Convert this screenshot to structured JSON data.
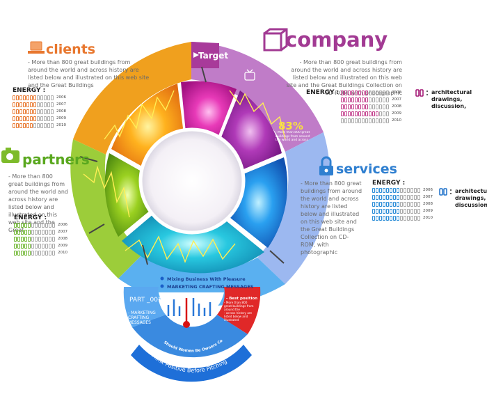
{
  "clients": {
    "title": "clients",
    "body": "- More than 800 great buildings from around the world and across history are listed below and illustrated on this web site and the Great Buildings",
    "energy_label": "ENERGY :",
    "years": [
      "2006",
      "2007",
      "2008",
      "2009",
      "2010"
    ],
    "levels": [
      0.55,
      0.55,
      0.6,
      0.55,
      0.5
    ],
    "color": "#e8772e"
  },
  "partners": {
    "title": "partners",
    "body": "- More than 800 great buildings from around the world and across history are listed below and illustrated on this web site and the Great",
    "energy_label": "ENERGY :",
    "years": [
      "2006",
      "2007",
      "2008",
      "2009",
      "2010"
    ],
    "levels": [
      0.45,
      0.45,
      0.45,
      0.45,
      0.45
    ],
    "color": "#6ab42a"
  },
  "company": {
    "title": "company",
    "body": "- More than 800 great buildings from around the world and across history are listed below and illustrated on this web site and the Great Buildings Collection on CD-ROM, with photographic",
    "energy_label": "ENERGY :",
    "years": [
      "2006",
      "2007",
      "2008",
      "2009",
      "2010"
    ],
    "levels": [
      0.6,
      0.55,
      0.55,
      0.8,
      0.0
    ],
    "color": "#c23a8a",
    "legend": "architectural drawings, discussion,"
  },
  "services": {
    "title": "services",
    "body": "- More than 800 great buildings from around the world and across history are listed below and illustrated on this web site and the Great Buildings Collection on CD-ROM, with photographic",
    "energy_label": "ENERGY :",
    "years": [
      "2006",
      "2007",
      "2008",
      "2009",
      "2010"
    ],
    "levels": [
      0.55,
      0.55,
      0.55,
      0.55,
      0.55
    ],
    "color": "#2f8fd8",
    "legend": "architectural drawings, discussion,"
  },
  "target": {
    "label": "Target",
    "percent": "83%",
    "percent_note": "- More than 800 great buildings from around the world and across"
  },
  "bottom": {
    "bullet1": "Mixing Business With Pleasure",
    "bullet2": "MARKETING CRAFTING MESSAGES",
    "part_label": "PART _001",
    "part_sub": "- MARKETING CRAFTING MESSAGES",
    "best_title": "- Best position",
    "best_note1": "- More than 800 great buildings from around the",
    "best_note2": "- across history are listed below and illustrated",
    "arc_text1": "Should Women Be Owners Coolly",
    "arc_text2": "Think Positive Before Pitching"
  },
  "colors": {
    "orange": "#f0a01e",
    "purple": "#b85fb5",
    "blue": "#4a8fe0",
    "green": "#8cc63f",
    "cyan": "#3db8e8",
    "red": "#e02020"
  }
}
